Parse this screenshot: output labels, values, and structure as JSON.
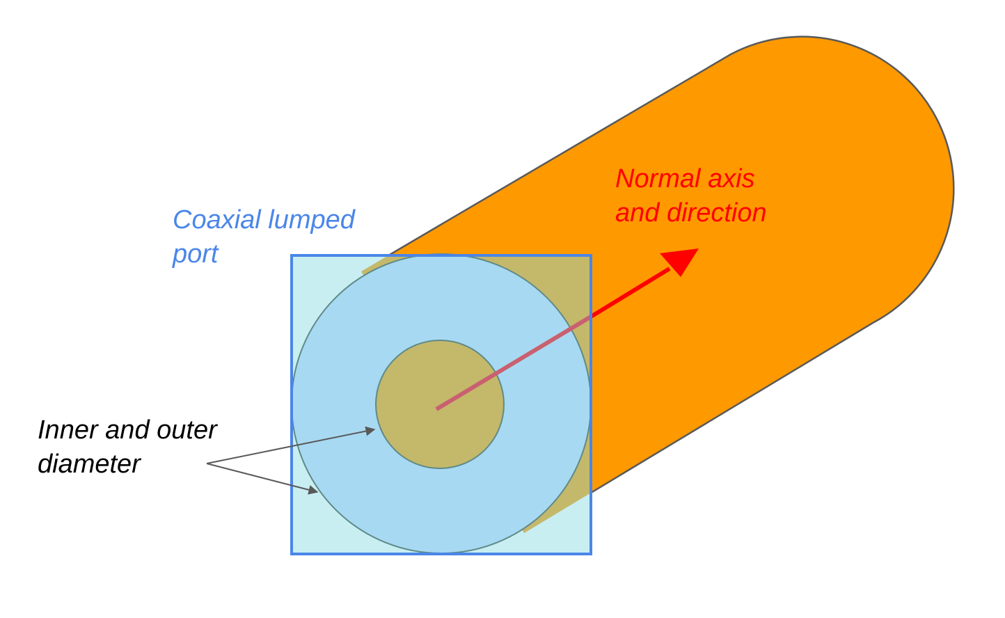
{
  "labels": {
    "port": {
      "line1": "Coaxial lumped",
      "line2": "port",
      "color": "#4a86e8"
    },
    "normal": {
      "line1": "Normal axis",
      "line2": "and direction",
      "color": "#ff0000"
    },
    "diameter": {
      "line1": "Inner and outer",
      "line2": "diameter",
      "color": "#000000"
    }
  },
  "colors": {
    "cylinder": "#ff9900",
    "cylinder_outline": "#595959",
    "port_box_fill": "#c8eef2",
    "port_box_outline": "#4a86e8",
    "outer_disc": "#a8d9f2",
    "overlap_olive": "#c4b86a",
    "disc_outline": "#5e8a88",
    "axis_arrow": "#ff0000",
    "axis_shaft_inside": "#c96070",
    "pointer_arrow": "#595959"
  }
}
